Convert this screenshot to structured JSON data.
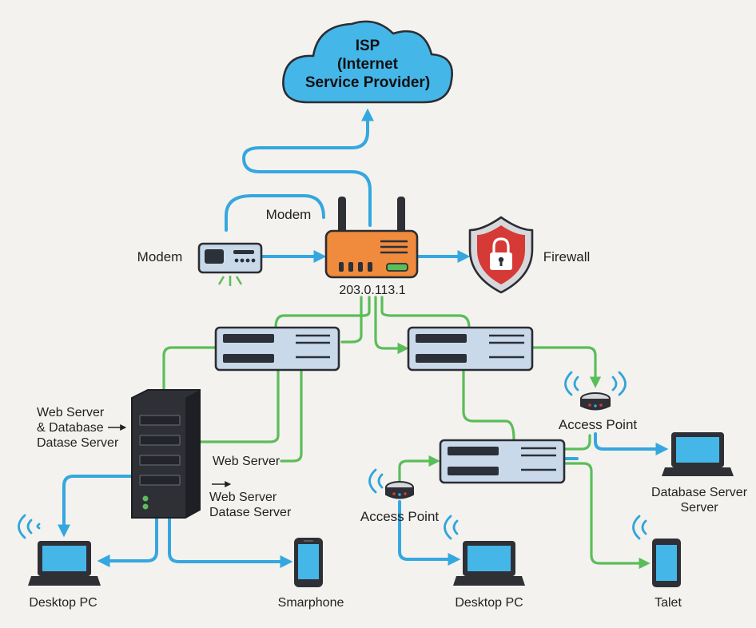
{
  "labels": {
    "isp": [
      "ISP",
      "(Internet",
      "Service Provider)"
    ],
    "modem_left": "Modem",
    "modem_top": "Modem",
    "firewall": "Firewall",
    "router_ip": "203.0.113.1",
    "web_db_server": [
      "Web Server",
      "& Database",
      "Datase Server"
    ],
    "web_server": "Web Server",
    "web_datase_server": [
      "Web Server",
      "Datase Server"
    ],
    "access_point_right": "Access Point",
    "access_point_left": "Access Point",
    "database_server": [
      "Database Server",
      "Server"
    ],
    "desktop_pc_left": "Desktop PC",
    "smartphone": "Smarphone",
    "desktop_pc_center": "Desktop PC",
    "tablet": "Talet"
  },
  "colors": {
    "background": "#f3f2ee",
    "cloud": "#45b6e8",
    "wire_blue": "#35a7e0",
    "wire_green": "#5bbd5a",
    "router": "#f08a3c",
    "firewall_shield": "#d63a36",
    "switch": "#c9d9e9",
    "server": "#2e3036",
    "screen": "#45b6e8"
  },
  "icons": [
    "cloud-icon",
    "modem-icon",
    "router-icon",
    "firewall-shield-icon",
    "lock-icon",
    "switch-icon",
    "server-tower-icon",
    "access-point-icon",
    "laptop-icon",
    "smartphone-icon",
    "tablet-icon",
    "wifi-icon"
  ]
}
